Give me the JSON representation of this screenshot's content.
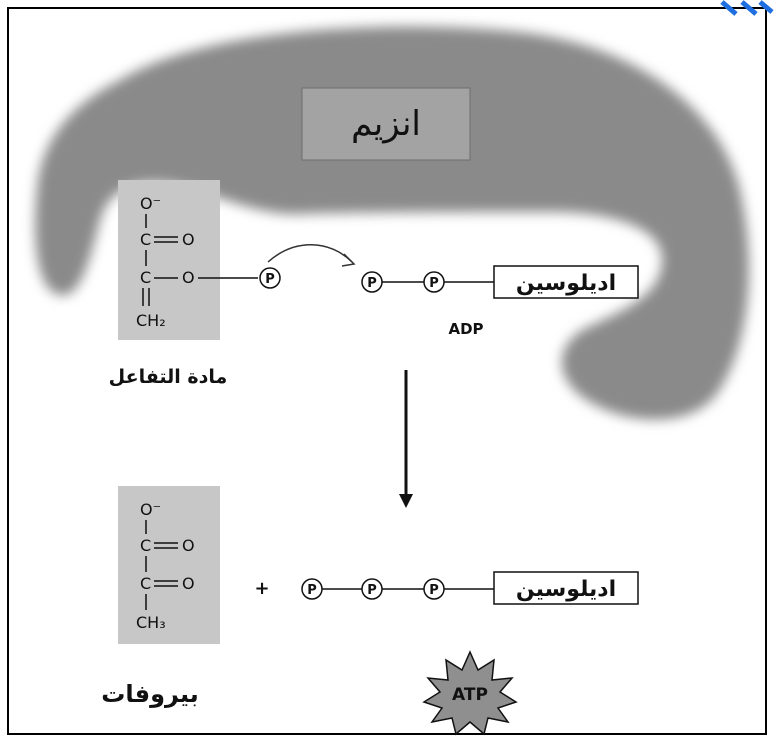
{
  "labels": {
    "enzyme": "انزيم",
    "substrate": "مادة التفاعل",
    "adenosine_top": "اديلوسين",
    "adenosine_bottom": "اديلوسين",
    "adp": "ADP",
    "atp": "ATP",
    "pyruvate": "بيروفات",
    "plus": "+",
    "phosphate": "P"
  },
  "substrate_formula": {
    "o_minus": "O⁻",
    "c": "C",
    "o": "O",
    "ch2": "CH₂"
  },
  "pyruvate_formula": {
    "o_minus": "O⁻",
    "c": "C",
    "o": "O",
    "ch3": "CH₃"
  },
  "colors": {
    "enzyme_fill": "#8c8c8c",
    "box_fill": "#c7c7c7",
    "enzyme_label_box": "#a3a3a3",
    "accent": "#1f6fe0"
  }
}
